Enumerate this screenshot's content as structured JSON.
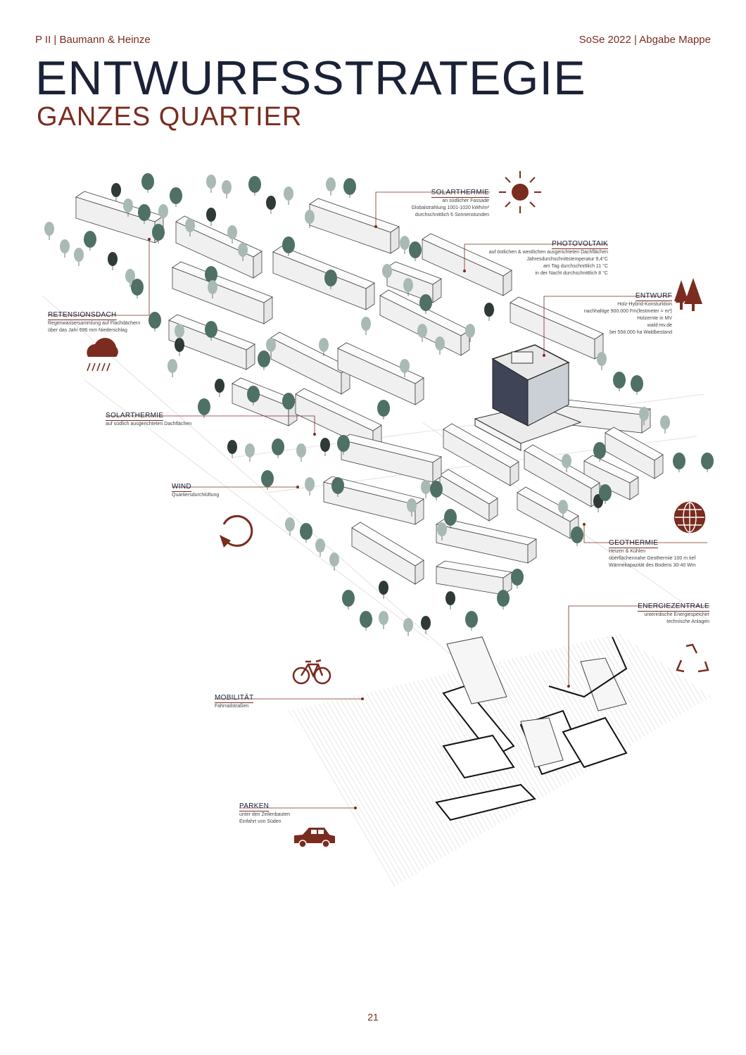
{
  "header": {
    "left": "P II | Baumann & Heinze",
    "right": "SoSe 2022 | Abgabe Mappe"
  },
  "title": "ENTWURFSSTRATEGIE",
  "subtitle": "GANZES QUARTIER",
  "labels": {
    "solarthermie_fassade": {
      "heading": "SOLARTHERMIE",
      "text": "an südlicher Fassade\nGlobalstrahlung 1001-1020 kWh/m²\ndurchschnittlich 6 Sonnenstunden"
    },
    "photovoltaik": {
      "heading": "PHOTOVOLTAIK",
      "text": "auf östlichen & westlichen ausgerichteten Dachflächen\nJahresdurchschnittstemperatur 9,4°C\nam Tag durchschnittlich 11 °C\nin der Nacht durchschnittlich 8 °C"
    },
    "entwurf": {
      "heading": "ENTWURF",
      "text": "Holz-Hybrid-Konsturktion\nnachhaltige 900.000 Fm(festmeter = m³)\nHolzernte in MV\nwald-mv.de\nbei 558.000 ha Waldbestand"
    },
    "retensionsdach": {
      "heading": "RETENSIONSDACH",
      "text": "Regenwassersammlung auf Flachdächern\nüber das Jahr 696 mm Niederschlag"
    },
    "solarthermie_dach": {
      "heading": "SOLARTHERMIE",
      "text": "auf südlich ausgerichteten Dachflächen"
    },
    "wind": {
      "heading": "WIND",
      "text": "Quartiersdurchlüftung"
    },
    "geothermie": {
      "heading": "GEOTHERMIE",
      "text": "Heizen & Kühlen\noberflächennahe Geothermie 100 m tief\nWärmekapazität des Bodens 30-40 Wm"
    },
    "energiezentrale": {
      "heading": "ENERGIEZENTRALE",
      "text": "unterirdische Energiespeicher\ntechnische Anlagen"
    },
    "mobilitaet": {
      "heading": "MOBILITÄT",
      "text": "Fahrradstraßen"
    },
    "parken": {
      "heading": "PARKEN",
      "text": "unter den Zeilenbauten\nEinfahrt von Süden"
    }
  },
  "icons": [
    "sun-icon",
    "trees-icon",
    "rain-cloud-icon",
    "globe-icon",
    "wind-cycle-icon",
    "bicycle-icon",
    "recycle-icon",
    "car-icon"
  ],
  "colors": {
    "accent": "#7a2c1f",
    "navy": "#1b2136",
    "tree_dark": "#2f3a34",
    "tree_mid": "#4f7065",
    "tree_light": "#a9bab3"
  },
  "page_number": "21"
}
